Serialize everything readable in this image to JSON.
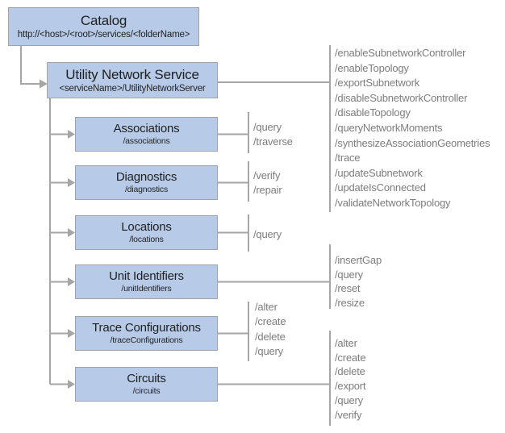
{
  "diagram": {
    "catalog": {
      "title": "Catalog",
      "subtitle": "http://<host>/<root>/services/<folderName>"
    },
    "service": {
      "title": "Utility Network Service",
      "subtitle": "<serviceName>/UtilityNetworkServer",
      "operations": [
        "/enableSubnetworkController",
        "/enableTopology",
        "/exportSubnetwork",
        "/disableSubnetworkController",
        "/disableTopology",
        "/queryNetworkMoments",
        "/synthesizeAssociationGeometries",
        "/trace",
        "/updateSubnetwork",
        "/updateIsConnected",
        "/validateNetworkTopology"
      ]
    },
    "resources": [
      {
        "title": "Associations",
        "subtitle": "/associations",
        "operations": [
          "/query",
          "/traverse"
        ]
      },
      {
        "title": "Diagnostics",
        "subtitle": "/diagnostics",
        "operations": [
          "/verify",
          "/repair"
        ]
      },
      {
        "title": "Locations",
        "subtitle": "/locations",
        "operations": [
          "/query"
        ]
      },
      {
        "title": "Unit Identifiers",
        "subtitle": "/unitIdentifiers",
        "operations": [
          "/insertGap",
          "/query",
          "/reset",
          "/resize"
        ]
      },
      {
        "title": "Trace Configurations",
        "subtitle": "/traceConfigurations",
        "operations": [
          "/alter",
          "/create",
          "/delete",
          "/query"
        ]
      },
      {
        "title": "Circuits",
        "subtitle": "/circuits",
        "operations": [
          "/alter",
          "/create",
          "/delete",
          "/export",
          "/query",
          "/verify"
        ]
      }
    ],
    "colors": {
      "box_fill": "#b7cbe8",
      "box_border": "#a2a2a2",
      "connector_line": "#a6a6a6",
      "operations_text": "#7d7d7d",
      "box_text": "#1f1f1f"
    }
  }
}
